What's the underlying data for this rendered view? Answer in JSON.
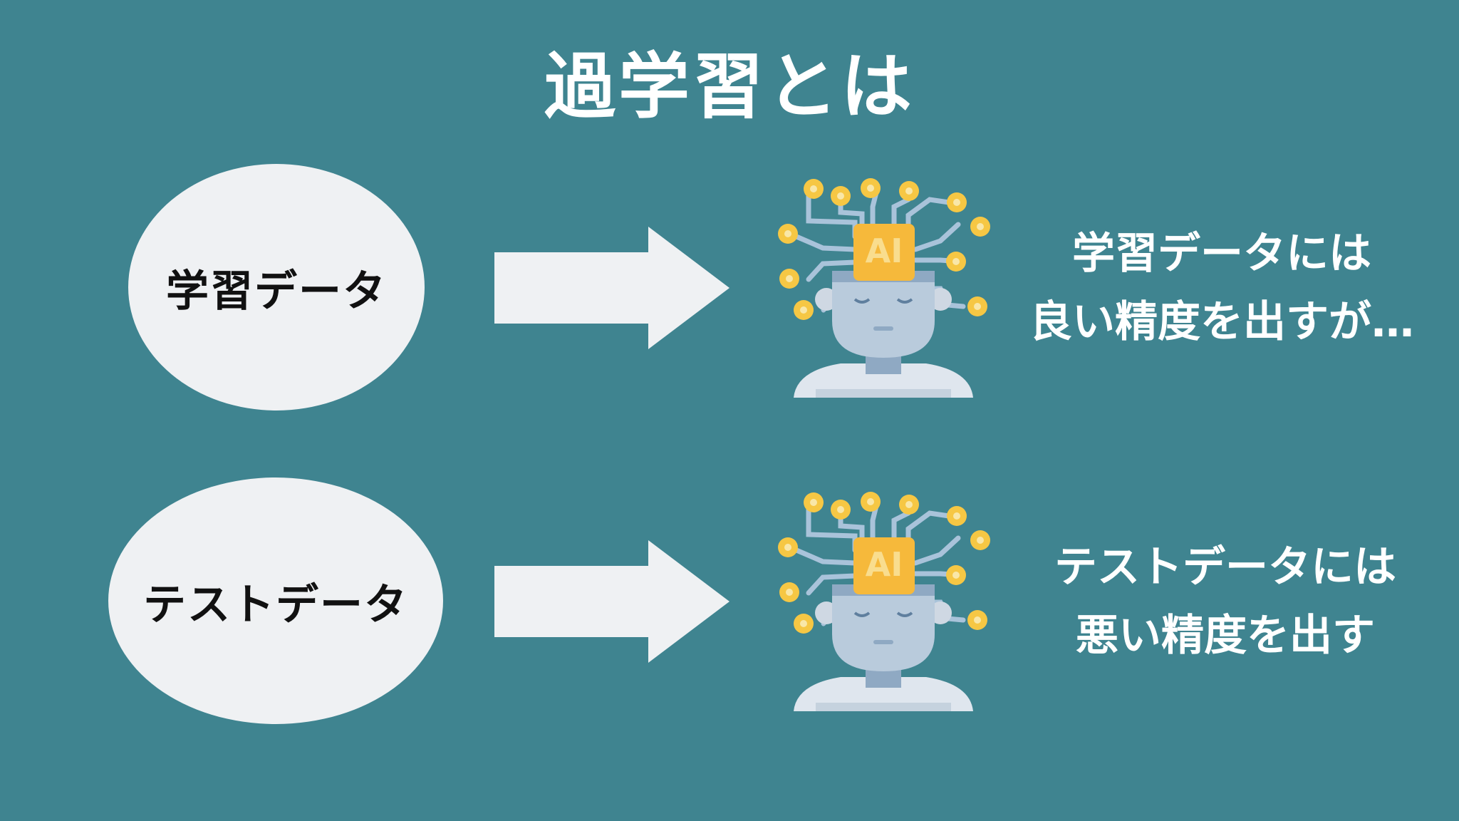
{
  "title": "過学習とは",
  "rows": [
    {
      "input_label": "学習データ",
      "result_line1": "学習データには",
      "result_line2": "良い精度を出すが…",
      "ai_chip_text": "AI"
    },
    {
      "input_label": "テストデータ",
      "result_line1": "テストデータには",
      "result_line2": "悪い精度を出す",
      "ai_chip_text": "AI"
    }
  ],
  "colors": {
    "background": "#3f8490",
    "ellipse": "#eff1f3",
    "arrow": "#eff1f3",
    "node": "#f6c744",
    "wire": "#a9c3da",
    "head": "#b9cbdc",
    "chip": "#f6b93b"
  },
  "icons": [
    "arrow-right-icon",
    "ai-head-icon"
  ]
}
